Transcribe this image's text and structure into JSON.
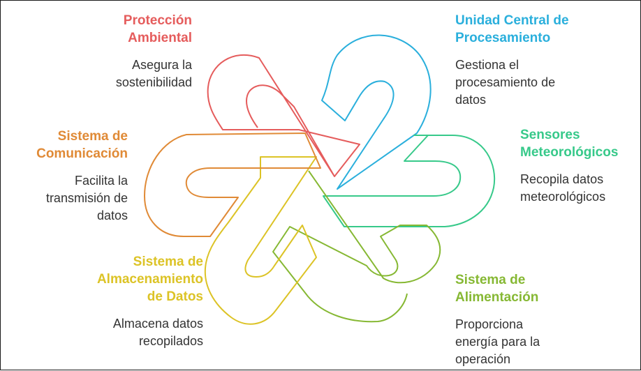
{
  "diagram": {
    "components": [
      {
        "id": "proteccion",
        "title": [
          "Protección",
          "Ambiental"
        ],
        "description": [
          "Asegura la",
          "sostenibilidad"
        ],
        "color": "#e55c5c"
      },
      {
        "id": "unidad",
        "title": [
          "Unidad Central de",
          "Procesamiento"
        ],
        "description": [
          "Gestiona el",
          "procesamiento de",
          "datos"
        ],
        "color": "#2aafdc"
      },
      {
        "id": "sensores",
        "title": [
          "Sensores",
          "Meteorológicos"
        ],
        "description": [
          "Recopila datos",
          "meteorológicos"
        ],
        "color": "#37c98a"
      },
      {
        "id": "alimentacion",
        "title": [
          "Sistema de",
          "Alimentación"
        ],
        "description": [
          "Proporciona",
          "energía para la",
          "operación"
        ],
        "color": "#86b833"
      },
      {
        "id": "almacenamiento",
        "title": [
          "Sistema de",
          "Almacenamiento",
          "de Datos"
        ],
        "description": [
          "Almacena datos",
          "recopilados"
        ],
        "color": "#dcc326"
      },
      {
        "id": "comunicacion",
        "title": [
          "Sistema de",
          "Comunicación"
        ],
        "description": [
          "Facilita la",
          "transmisión de",
          "datos"
        ],
        "color": "#e08a36"
      }
    ]
  }
}
